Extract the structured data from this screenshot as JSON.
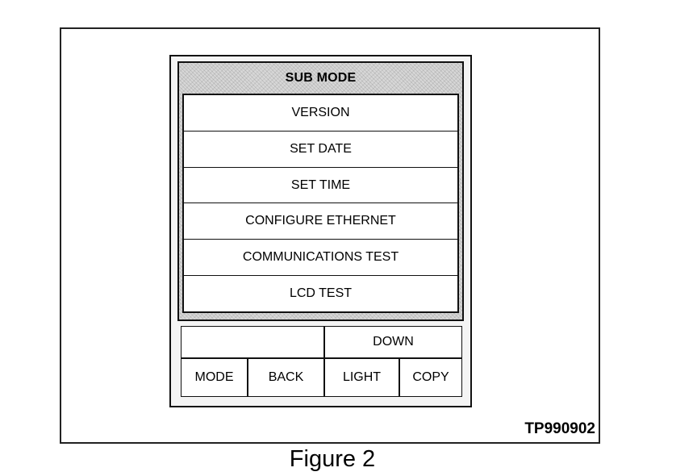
{
  "screen": {
    "title": "SUB MODE",
    "menu_items": [
      "VERSION",
      "SET DATE",
      "SET TIME",
      "CONFIGURE ETHERNET",
      "COMMUNICATIONS TEST",
      "LCD TEST"
    ]
  },
  "buttons": {
    "top_right": "DOWN",
    "mode": "MODE",
    "back": "BACK",
    "light": "LIGHT",
    "copy": "COPY"
  },
  "figure": {
    "id": "TP990902",
    "caption": "Figure 2"
  }
}
